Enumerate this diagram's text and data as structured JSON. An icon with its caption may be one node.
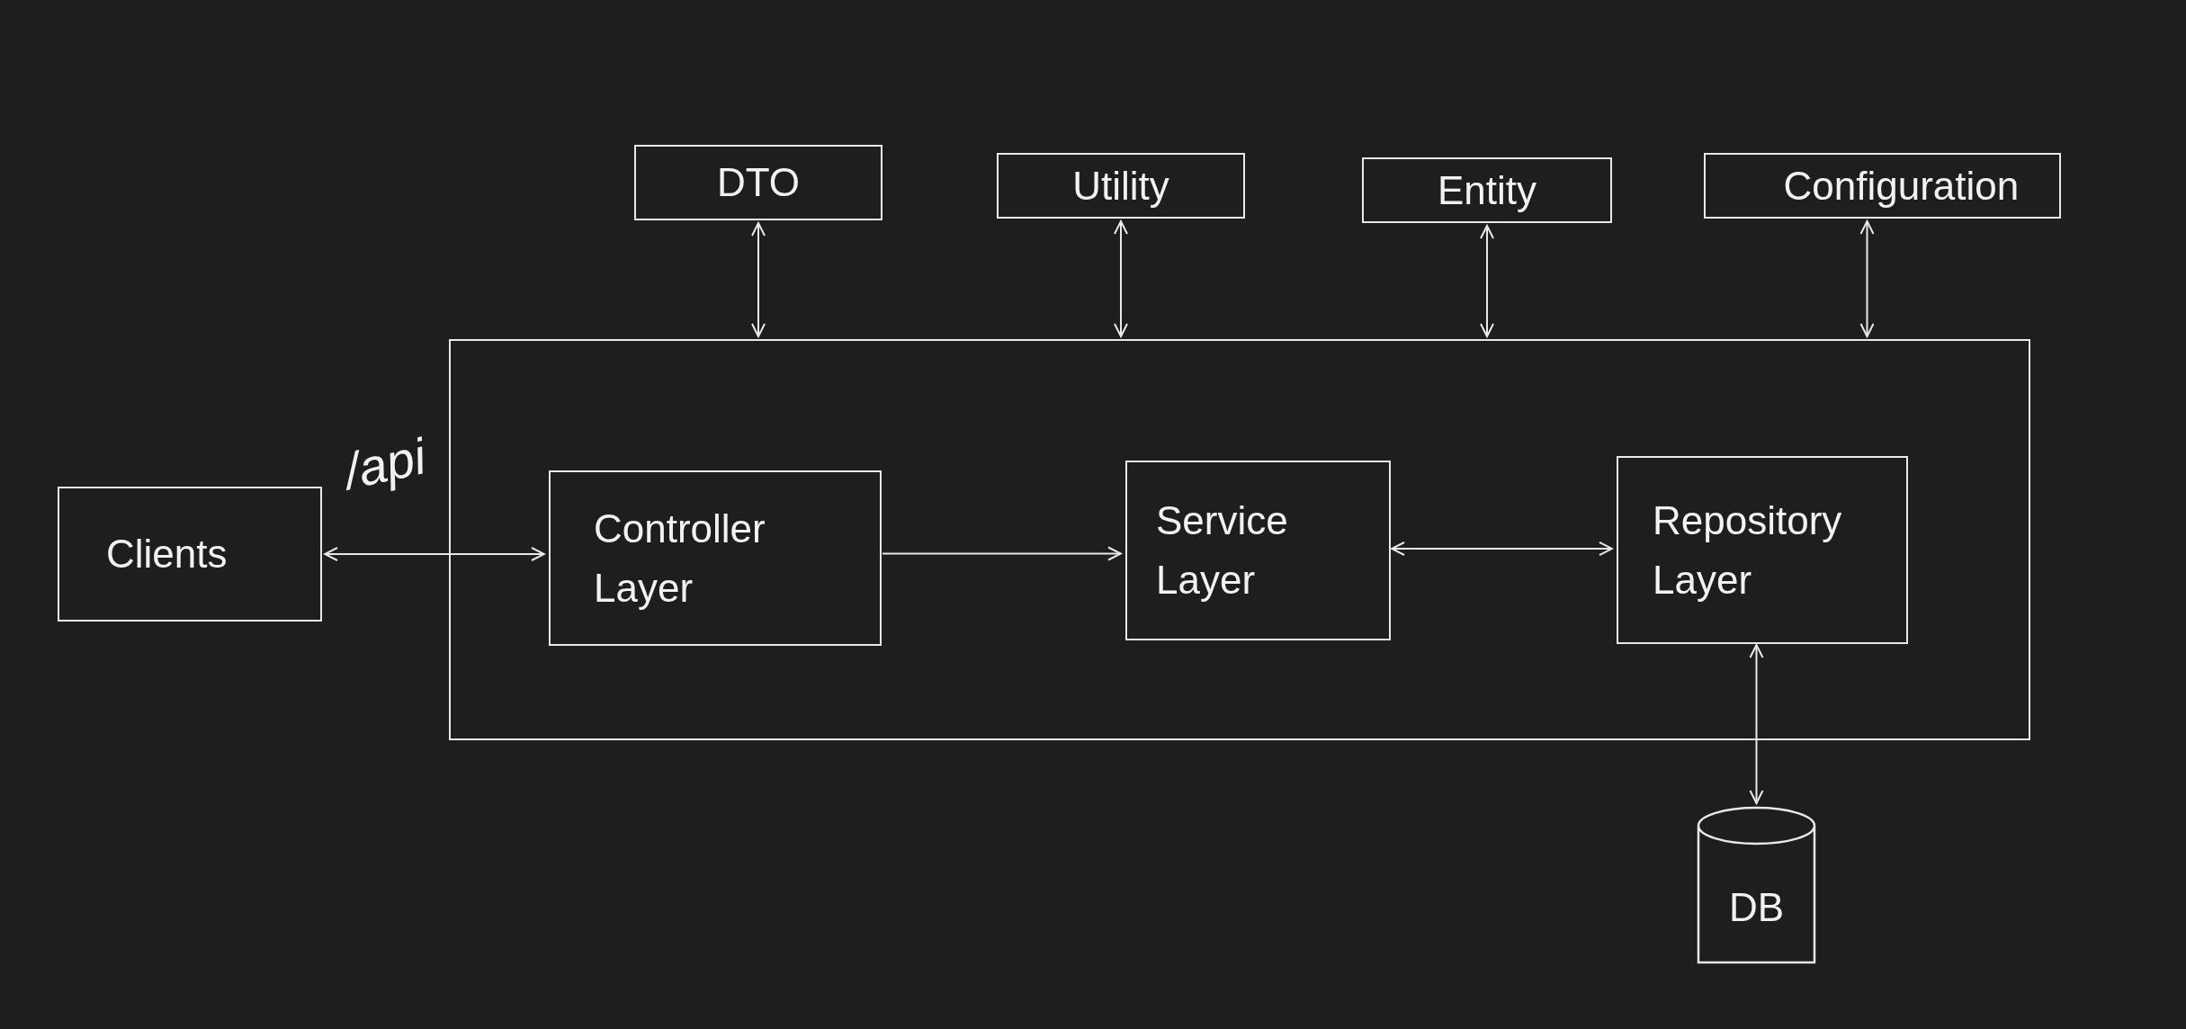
{
  "diagram": {
    "nodes": [
      {
        "text": [
          "DTO"
        ]
      },
      {
        "text": [
          "Utility"
        ]
      },
      {
        "text": [
          "Entity"
        ]
      },
      {
        "text": [
          "Configuration"
        ]
      },
      {
        "text": [],
        "shape": "box"
      },
      {
        "text": [
          "Clients"
        ]
      },
      {
        "text": [
          "Controller Layer"
        ],
        "in": 4
      },
      {
        "text": [
          "Service Layer"
        ],
        "in": 4
      },
      {
        "text": [
          "Repository Layer"
        ],
        "in": 4
      },
      {
        "text": [
          "DB"
        ]
      }
    ],
    "edges": [
      {
        "from": 0,
        "to": 4,
        "arrow": "both"
      },
      {
        "from": 1,
        "to": 4,
        "arrow": "both"
      },
      {
        "from": 2,
        "to": 4,
        "arrow": "both"
      },
      {
        "from": 3,
        "to": 4,
        "arrow": "both"
      },
      {
        "from": 5,
        "to": 6,
        "arrow": "both",
        "label": "/api"
      },
      {
        "from": 6,
        "to": 7,
        "arrow": "to"
      },
      {
        "from": 7,
        "to": 8,
        "arrow": "both"
      },
      {
        "from": 8,
        "to": 9,
        "arrow": "both"
      }
    ]
  }
}
